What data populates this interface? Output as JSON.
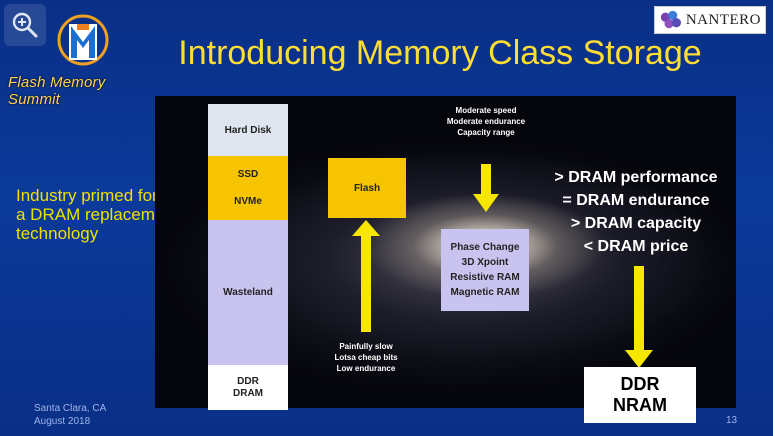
{
  "header": {
    "logo_text": "Flash Memory Summit",
    "title": "Introducing Memory Class Storage",
    "brand": "NANTERO"
  },
  "sidebar_text": [
    "Industry primed for",
    "a DRAM replacement",
    "technology"
  ],
  "stack": {
    "hard_disk": "Hard Disk",
    "ssd": "SSD",
    "nvme": "NVMe",
    "wasteland": "Wasteland",
    "ddr": "DDR",
    "dram": "DRAM"
  },
  "flash_label": "Flash",
  "flash_notes": [
    "Painfully slow",
    "Lotsa cheap bits",
    "Low endurance"
  ],
  "moderate_notes": [
    "Moderate speed",
    "Moderate endurance",
    "Capacity range"
  ],
  "emerging": [
    "Phase Change",
    "3D Xpoint",
    "Resistive RAM",
    "Magnetic RAM"
  ],
  "targets": [
    "> DRAM performance",
    "= DRAM endurance",
    "> DRAM capacity",
    "< DRAM price"
  ],
  "ddr_nram": [
    "DDR",
    "NRAM"
  ],
  "footer": {
    "location": "Santa Clara, CA",
    "date": "August 2018",
    "page": "13"
  },
  "colors": {
    "title": "#ffdd33",
    "accent_yellow": "#f6e600",
    "box_yellow": "#f6c400",
    "box_lavender": "#c8c4ef",
    "background": "#0b3a9a"
  },
  "icons": [
    "zoom-in-icon",
    "fms-logo-icon",
    "nantero-logo-icon",
    "arrow-up-icon",
    "arrow-down-icon"
  ]
}
